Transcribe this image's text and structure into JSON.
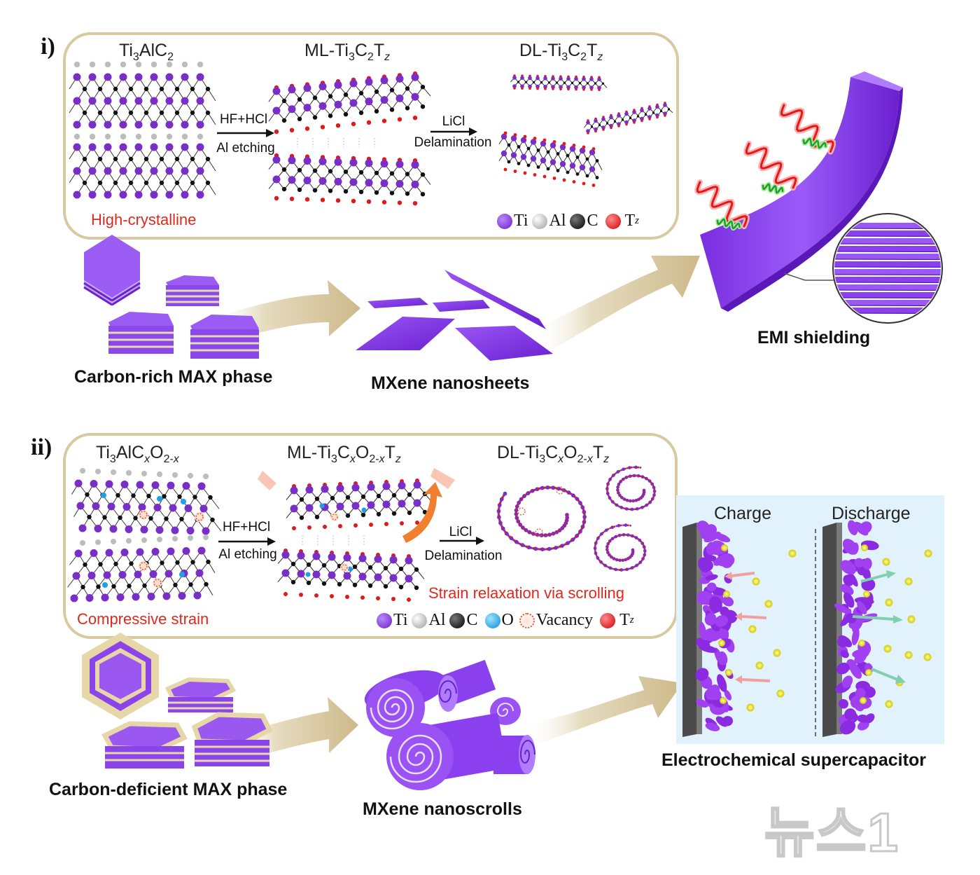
{
  "panels": {
    "one": {
      "label": "i)",
      "formula_max": {
        "base": "Ti",
        "s1": "3",
        "mid": "AlC",
        "s2": "2"
      },
      "formula_ml": {
        "pre": "ML-Ti",
        "s1": "3",
        "mid": "C",
        "s2": "2",
        "t": "T",
        "s3": "z"
      },
      "formula_dl": {
        "pre": "DL-Ti",
        "s1": "3",
        "mid": "C",
        "s2": "2",
        "t": "T",
        "s3": "z"
      },
      "etch_top": "HF+HCl",
      "etch_bottom": "Al etching",
      "delam_top": "LiCl",
      "delam_bottom": "Delamination",
      "note": "High-crystalline",
      "legend": {
        "ti": "Ti",
        "al": "Al",
        "c": "C",
        "t": "T",
        "t_sub": "z"
      },
      "caption_max": "Carbon-rich MAX phase",
      "caption_sheets": "MXene nanosheets",
      "caption_app": "EMI shielding"
    },
    "two": {
      "label": "ii)",
      "formula_max": {
        "a": "Ti",
        "s1": "3",
        "b": "AlC",
        "x": "x",
        "c": "O",
        "s2": "2-",
        "x2": "x"
      },
      "formula_ml": {
        "a": "ML-Ti",
        "s1": "3",
        "b": "C",
        "x": "x",
        "c": "O",
        "s2": "2-",
        "x2": "x",
        "t": "T",
        "s3": "z"
      },
      "formula_dl": {
        "a": "DL-Ti",
        "s1": "3",
        "b": "C",
        "x": "x",
        "c": "O",
        "s2": "2-",
        "x2": "x",
        "t": "T",
        "s3": "z"
      },
      "etch_top": "HF+HCl",
      "etch_bottom": "Al etching",
      "delam_top": "LiCl",
      "delam_bottom": "Delamination",
      "note_strain": "Compressive strain",
      "note_relax": "Strain relaxation via scrolling",
      "legend": {
        "ti": "Ti",
        "al": "Al",
        "c": "C",
        "o": "O",
        "vac": "Vacancy",
        "t": "T",
        "t_sub": "z"
      },
      "caption_max": "Carbon-deficient MAX phase",
      "caption_scrolls": "MXene nanoscrolls",
      "charge": "Charge",
      "discharge": "Discharge",
      "caption_app": "Electrochemical supercapacitor"
    }
  },
  "colors": {
    "ti": "#7a2ec8",
    "al": "#bdbdbd",
    "c": "#111111",
    "o": "#1ea0e6",
    "t": "#e01a1a",
    "mxene": "#8a3cf0",
    "box_border": "#d8c9a0",
    "arrow": "#d4c49a"
  },
  "watermark": "뉴스1"
}
